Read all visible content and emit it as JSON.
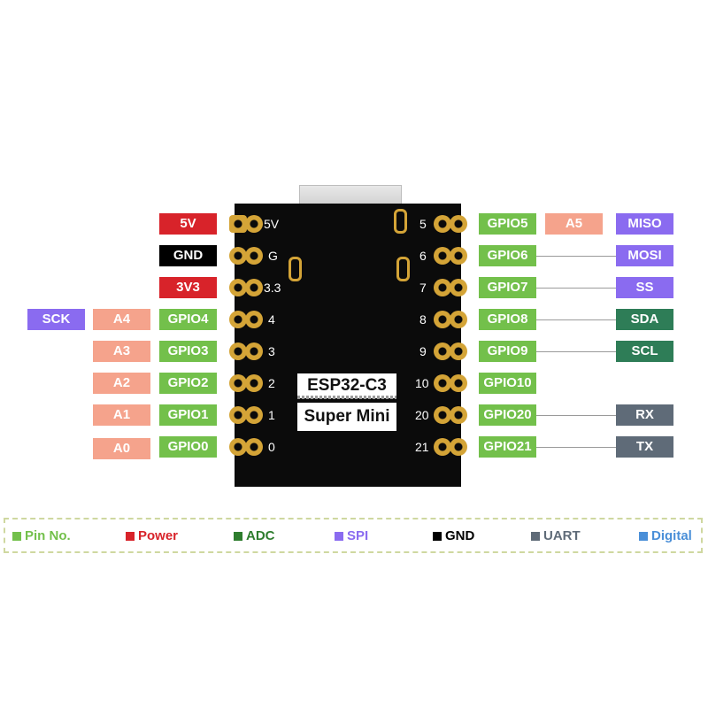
{
  "module": {
    "line1": "ESP32-C3",
    "line2": "Super Mini"
  },
  "left_pins": [
    {
      "num": "5V",
      "gpio": "",
      "adc": "",
      "spi": "",
      "power": "5V"
    },
    {
      "num": "G",
      "gpio": "",
      "adc": "",
      "spi": "",
      "power": "GND"
    },
    {
      "num": "3.3",
      "gpio": "",
      "adc": "",
      "spi": "",
      "power": "3V3"
    },
    {
      "num": "4",
      "gpio": "GPIO4",
      "adc": "A4",
      "spi": "SCK"
    },
    {
      "num": "3",
      "gpio": "GPIO3",
      "adc": "A3"
    },
    {
      "num": "2",
      "gpio": "GPIO2",
      "adc": "A2"
    },
    {
      "num": "1",
      "gpio": "GPIO1",
      "adc": "A1"
    },
    {
      "num": "0",
      "gpio": "GPIO0",
      "adc": "A0"
    }
  ],
  "right_pins": [
    {
      "num": "5",
      "gpio": "GPIO5",
      "adc": "A5",
      "func": "MISO",
      "func_type": "spi"
    },
    {
      "num": "6",
      "gpio": "GPIO6",
      "func": "MOSI",
      "func_type": "spi"
    },
    {
      "num": "7",
      "gpio": "GPIO7",
      "func": "SS",
      "func_type": "spi"
    },
    {
      "num": "8",
      "gpio": "GPIO8",
      "func": "SDA",
      "func_type": "i2c"
    },
    {
      "num": "9",
      "gpio": "GPIO9",
      "func": "SCL",
      "func_type": "i2c"
    },
    {
      "num": "10",
      "gpio": "GPIO10"
    },
    {
      "num": "20",
      "gpio": "GPIO20",
      "func": "RX",
      "func_type": "uart"
    },
    {
      "num": "21",
      "gpio": "GPIO21",
      "func": "TX",
      "func_type": "uart"
    }
  ],
  "legend": [
    {
      "label": "Pin No.",
      "color": "#73c04b"
    },
    {
      "label": "Power",
      "color": "#d8232a"
    },
    {
      "label": "ADC",
      "color": "#2e7d2e"
    },
    {
      "label": "SPI",
      "color": "#8a6bf0"
    },
    {
      "label": "GND",
      "color": "#000000"
    },
    {
      "label": "UART",
      "color": "#5f6b78"
    },
    {
      "label": "Digital",
      "color": "#4a8fd8"
    }
  ],
  "colors": {
    "gpio": "#73c04b",
    "power": "#d8232a",
    "gnd": "#000000",
    "adc": "#f5a38c",
    "spi": "#8a6bf0",
    "i2c": "#2e7d57",
    "uart": "#5f6b78",
    "pad": "#d4a437",
    "board": "#0b0b0b"
  }
}
